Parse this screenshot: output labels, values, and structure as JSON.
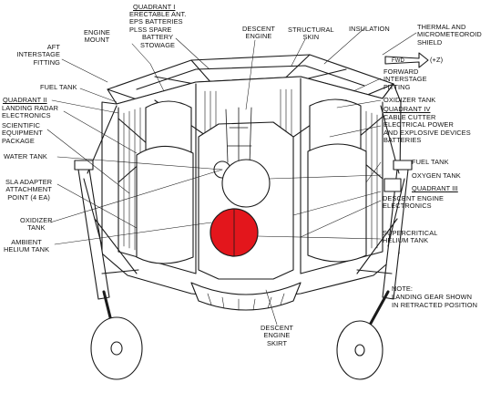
{
  "colors": {
    "ink": "#1a1a1a",
    "highlight": "#e3161c",
    "paper": "#ffffff"
  },
  "labels": {
    "quadrant_i": "QUADRANT I",
    "erectable_ant": [
      "ERECTABLE ANT.",
      "EPS BATTERIES",
      "PLSS SPARE",
      "BATTERY",
      "STOWAGE"
    ],
    "engine_mount": [
      "ENGINE",
      "MOUNT"
    ],
    "descent_engine_top": [
      "DESCENT",
      "ENGINE"
    ],
    "structural_skin": [
      "STRUCTURAL",
      "SKIN"
    ],
    "insulation": "INSULATION",
    "thermal_shield": [
      "THERMAL AND",
      "MICROMETEOROID",
      "SHIELD"
    ],
    "aft_interstage": [
      "AFT",
      "INTERSTAGE",
      "FITTING"
    ],
    "fuel_tank_left": "FUEL TANK",
    "quadrant_ii": "QUADRANT II",
    "landing_radar": [
      "LANDING RADAR",
      "ELECTRONICS"
    ],
    "scientific_equipment": [
      "SCIENTIFIC",
      "EQUIPMENT",
      "PACKAGE"
    ],
    "water_tank": "WATER TANK",
    "sla_adapter": [
      "SLA ADAPTER",
      "ATTACHMENT",
      "POINT (4 EA)"
    ],
    "oxidizer_tank_left": [
      "OXIDIZER",
      "TANK"
    ],
    "ambient_helium": [
      "AMBIENT",
      "HELIUM TANK"
    ],
    "forward_interstage": [
      "FORWARD",
      "INTERSTAGE",
      "FITTING"
    ],
    "oxidizer_tank_right": "OXIDIZER TANK",
    "quadrant_iv": "QUADRANT IV",
    "cable_cutter": [
      "CABLE CUTTER",
      "ELECTRICAL POWER",
      "AND EXPLOSIVE DEVICES",
      "BATTERIES"
    ],
    "fuel_tank_right": "FUEL TANK",
    "oxygen_tank": "OXYGEN TANK",
    "quadrant_iii": "QUADRANT III",
    "descent_electronics": [
      "DESCENT ENGINE",
      "ELECTRONICS"
    ],
    "supercritical_helium": [
      "SUPERCRITICAL",
      "HELIUM TANK"
    ],
    "note": [
      "NOTE:",
      "LANDING GEAR SHOWN",
      "IN RETRACTED POSITION"
    ],
    "descent_skirt": [
      "DESCENT",
      "ENGINE",
      "SKIRT"
    ],
    "axis_z": "(+Z)",
    "axis_fwd": "FWD"
  }
}
